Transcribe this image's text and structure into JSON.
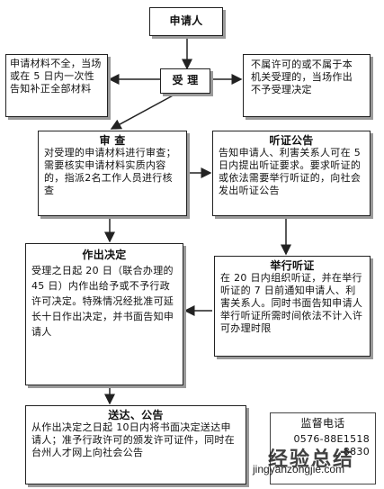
{
  "nodes": {
    "applicant": "申请人",
    "accept": "受 理",
    "incomplete": "申请材料不全，当场或在 5 日内一次性告知补正全部材料",
    "reject": "不属许可的或不属于本机关受理的，当场作出不予受理决定",
    "review_title": "审 查",
    "review_body": "对受理的申请材料进行审查；需要核实申请材料实质内容的，指派2名工作人员进行核查",
    "hearing_notice_title": "听证公告",
    "hearing_notice_body": "告知申请人、利害关系人可在 5 日内提出听证要求。要求听证的或依法需要举行听证的，向社会发出听证公告",
    "decision_title": "作出决定",
    "decision_body": "受理之日起 20 日（联合办理的 45 日）内作出给予或不予行政许可决定。特殊情况经批准可延长十日作出决定，并书面告知申请人",
    "hearing_title": "举行听证",
    "hearing_body": "在 20 日内组织听证，并在举行听证的 7 日前通知申请人、利害关系人。同时书面告知申请人举行听证所需时间依法不计入许可办理时限",
    "delivery_title": "送达、公告",
    "delivery_body": "从作出决定之日起 10日内将书面决定送达申请人；准予行政许可的颁发许可证件，同时在台州人才网上向社会公告",
    "supervision_title": "监督电话",
    "supervision_phone": "0576-88E1518",
    "supervision_phone2": "8830"
  },
  "watermark": {
    "logo_text": "经验总结",
    "domain": "jingyanzongjie.com"
  }
}
